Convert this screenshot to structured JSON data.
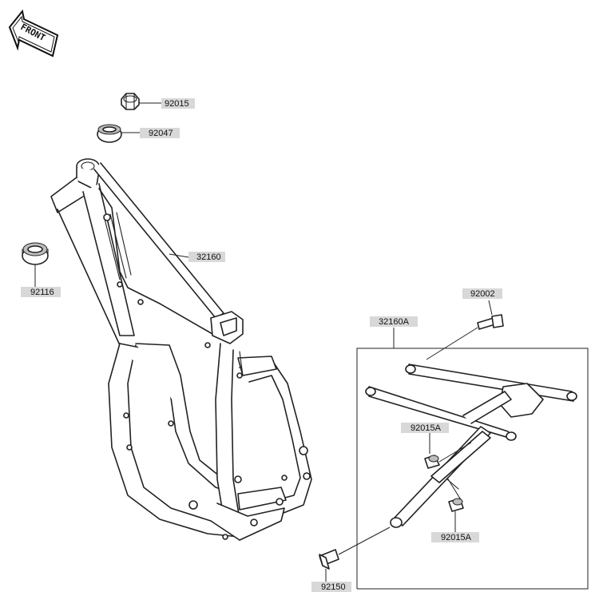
{
  "orientation": {
    "text": "FRONT",
    "icon": "front-arrow-icon"
  },
  "callouts": [
    {
      "id": "c1",
      "text": "92015"
    },
    {
      "id": "c2",
      "text": "92047"
    },
    {
      "id": "c3",
      "text": "32160"
    },
    {
      "id": "c4",
      "text": "92116"
    },
    {
      "id": "c5",
      "text": "92002"
    },
    {
      "id": "c6",
      "text": "32160A"
    },
    {
      "id": "c7",
      "text": "92015A"
    },
    {
      "id": "c8",
      "text": "92015A"
    },
    {
      "id": "c9",
      "text": "92150"
    }
  ],
  "parts": [
    {
      "name": "nut-icon"
    },
    {
      "name": "bearing-race-icon"
    },
    {
      "name": "main-frame"
    },
    {
      "name": "bearing-seal-icon"
    },
    {
      "name": "bolt-icon"
    },
    {
      "name": "subframe"
    },
    {
      "name": "bolt-icon"
    }
  ]
}
